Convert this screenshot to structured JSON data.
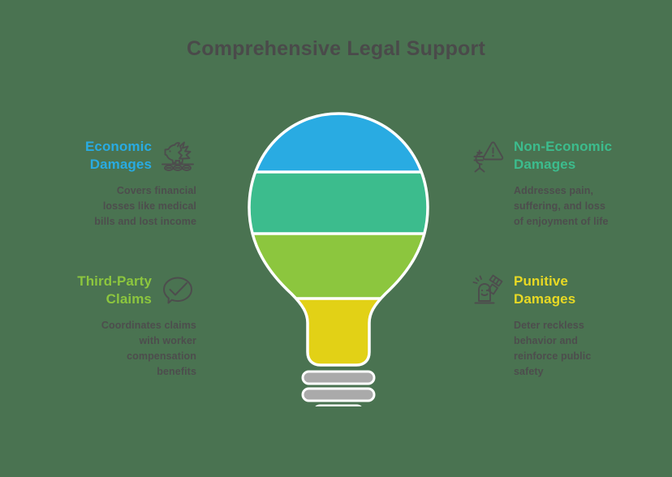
{
  "page": {
    "title": "Comprehensive Legal Support",
    "background_color": "#4a7351",
    "title_color": "#4a4a4a",
    "body_text_color": "#4d4d4d",
    "icon_color": "#4d4d4d"
  },
  "bulb": {
    "bands": [
      {
        "name": "top-blue",
        "color": "#29ABE2"
      },
      {
        "name": "upper-teal",
        "color": "#3CBC8D"
      },
      {
        "name": "lower-green",
        "color": "#8CC63E"
      },
      {
        "name": "neck-yellow",
        "color": "#E2D116"
      }
    ],
    "base_color": "#AAAAAA",
    "outline_color": "#FFFFFF",
    "base_bars": 3
  },
  "items": [
    {
      "id": "economic",
      "side": "left",
      "heading": "Economic\nDamages",
      "color": "#29ABE2",
      "body": "Covers financial\nlosses like medical\nbills and lost income",
      "icon": "piggy-bank-cracked-icon"
    },
    {
      "id": "third-party",
      "side": "left",
      "heading": "Third-Party\nClaims",
      "color": "#8CC63E",
      "body": "Coordinates claims\nwith worker\ncompensation\nbenefits",
      "icon": "speech-bubble-check-icon"
    },
    {
      "id": "non-economic",
      "side": "right",
      "heading": "Non-Economic\nDamages",
      "color": "#3CBC8D",
      "body": "Addresses pain,\nsuffering, and loss\nof enjoyment of life",
      "icon": "person-warning-icon"
    },
    {
      "id": "punitive",
      "side": "right",
      "heading": "Punitive\nDamages",
      "color": "#E8D924",
      "body": "Deter reckless\nbehavior and\nreinforce public\nsafety",
      "icon": "gavel-verdict-icon"
    }
  ]
}
